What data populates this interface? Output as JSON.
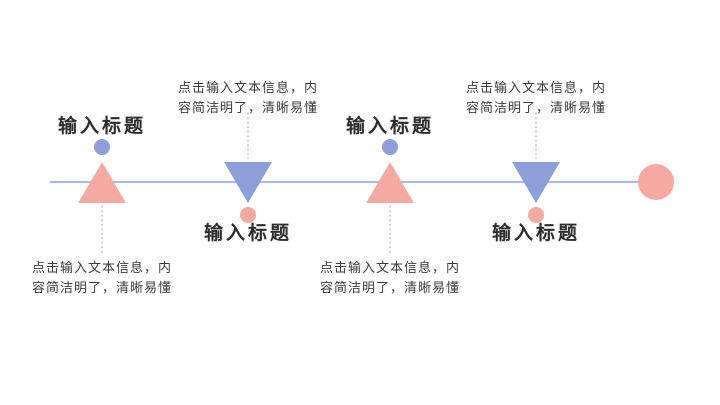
{
  "slide": {
    "type": "timeline-infographic",
    "background": "#ffffff"
  },
  "colors": {
    "pink": "#f5a9a1",
    "blue": "#8c9fdb",
    "axis_line": "#a9b9e2",
    "connector_dots": "#c8c8c8",
    "title_text": "#2d2d2d",
    "body_text": "#3a3a3a"
  },
  "nodes": [
    {
      "placement": "above",
      "marker": "triangle-up-pink",
      "dot": "blue-circle",
      "title": "输入标题",
      "body": [
        "点击输入文本信息，内",
        "容简洁明了，清晰易懂"
      ]
    },
    {
      "placement": "below",
      "marker": "triangle-down-blue",
      "dot": "pink-circle",
      "title": "输入标题",
      "body": [
        "点击输入文本信息，内",
        "容简洁明了，清晰易懂"
      ]
    },
    {
      "placement": "above",
      "marker": "triangle-up-pink",
      "dot": "blue-circle",
      "title": "输入标题",
      "body": [
        "点击输入文本信息，内",
        "容简洁明了，清晰易懂"
      ]
    },
    {
      "placement": "below",
      "marker": "triangle-down-blue",
      "dot": "pink-circle",
      "title": "输入标题",
      "body": [
        "点击输入文本信息，内",
        "容简洁明了，清晰易懂"
      ]
    }
  ],
  "end_marker": {
    "shape": "circle",
    "color": "#f5a9a1"
  }
}
